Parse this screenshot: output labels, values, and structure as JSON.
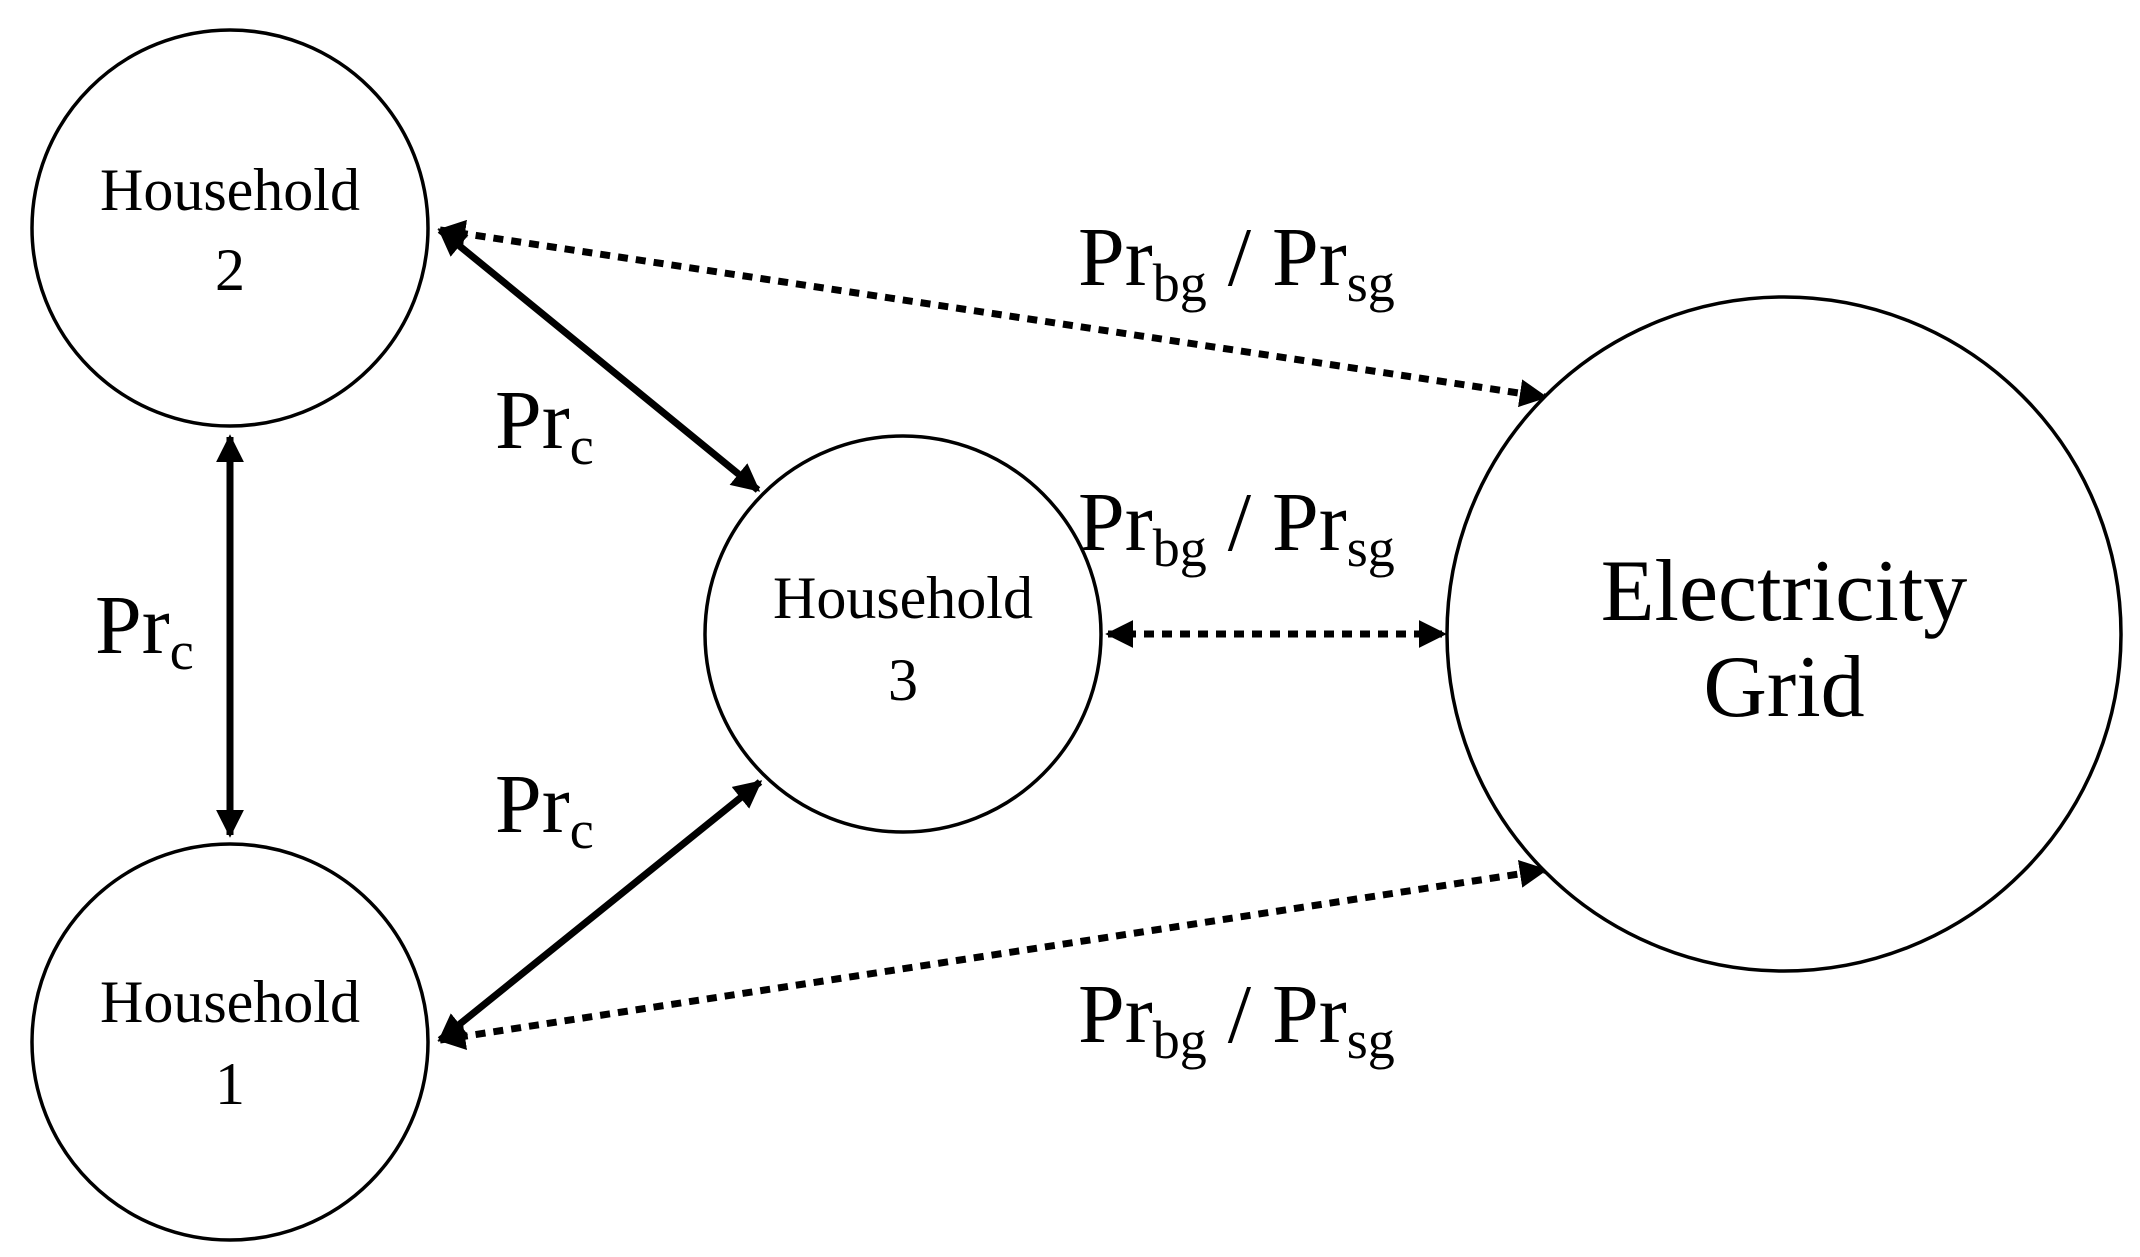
{
  "nodes": {
    "household_2": {
      "line1": "Household",
      "line2": "2"
    },
    "household_1": {
      "line1": "Household",
      "line2": "1"
    },
    "household_3": {
      "line1": "Household",
      "line2": "3"
    },
    "grid": {
      "line1": "Electricity",
      "line2": "Grid"
    }
  },
  "labels": {
    "community_price": {
      "base": "Pr",
      "sub": "c"
    },
    "grid_price": {
      "base1": "Pr",
      "sub1": "bg",
      "sep": " / ",
      "base2": "Pr",
      "sub2": "sg"
    }
  },
  "colors": {
    "stroke": "#000000",
    "background": "#ffffff"
  }
}
